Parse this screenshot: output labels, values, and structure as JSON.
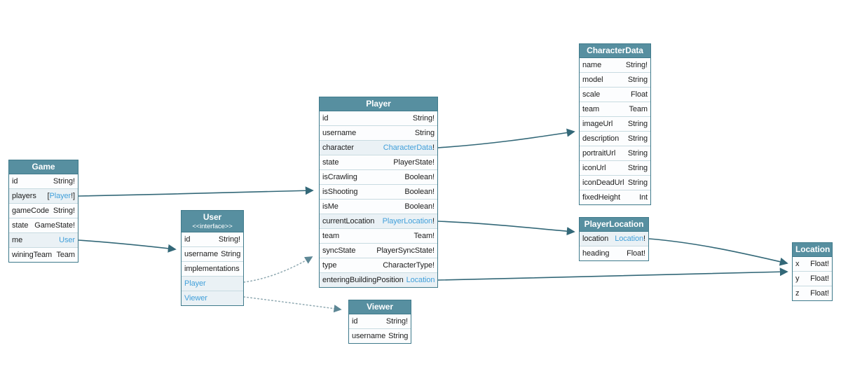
{
  "colors": {
    "header_bg": "#578fa0",
    "table_border": "#3f7a8b",
    "row_separator": "#c8dbe1",
    "link_row_bg": "#eaf1f5",
    "link_text": "#42a0da",
    "edge_solid": "#336878",
    "edge_dotted": "#8fa9b1"
  },
  "tables": {
    "game": {
      "title": "Game",
      "fields": [
        {
          "name": "id",
          "type": "String!"
        },
        {
          "name": "players",
          "type": "[Player!]",
          "link": "Player"
        },
        {
          "name": "gameCode",
          "type": "String!"
        },
        {
          "name": "state",
          "type": "GameState!"
        },
        {
          "name": "me",
          "type": "User",
          "link": "User"
        },
        {
          "name": "winingTeam",
          "type": "Team"
        }
      ]
    },
    "user": {
      "title": "User",
      "subtitle": "<<interface>>",
      "fields": [
        {
          "name": "id",
          "type": "String!"
        },
        {
          "name": "username",
          "type": "String"
        },
        {
          "name": "implementations",
          "type": ""
        },
        {
          "name": "Player",
          "type": "",
          "name_link": true
        },
        {
          "name": "Viewer",
          "type": "",
          "name_link": true
        }
      ]
    },
    "player": {
      "title": "Player",
      "fields": [
        {
          "name": "id",
          "type": "String!"
        },
        {
          "name": "username",
          "type": "String"
        },
        {
          "name": "character",
          "type": "CharacterData!",
          "link": "CharacterData"
        },
        {
          "name": "state",
          "type": "PlayerState!"
        },
        {
          "name": "isCrawling",
          "type": "Boolean!"
        },
        {
          "name": "isShooting",
          "type": "Boolean!"
        },
        {
          "name": "isMe",
          "type": "Boolean!"
        },
        {
          "name": "currentLocation",
          "type": "PlayerLocation!",
          "link": "PlayerLocation"
        },
        {
          "name": "team",
          "type": "Team!"
        },
        {
          "name": "syncState",
          "type": "PlayerSyncState!"
        },
        {
          "name": "type",
          "type": "CharacterType!"
        },
        {
          "name": "enteringBuildingPosition",
          "type": "Location",
          "link": "Location"
        }
      ]
    },
    "viewer": {
      "title": "Viewer",
      "fields": [
        {
          "name": "id",
          "type": "String!"
        },
        {
          "name": "username",
          "type": "String"
        }
      ]
    },
    "characterData": {
      "title": "CharacterData",
      "fields": [
        {
          "name": "name",
          "type": "String!"
        },
        {
          "name": "model",
          "type": "String"
        },
        {
          "name": "scale",
          "type": "Float"
        },
        {
          "name": "team",
          "type": "Team"
        },
        {
          "name": "imageUrl",
          "type": "String"
        },
        {
          "name": "description",
          "type": "String"
        },
        {
          "name": "portraitUrl",
          "type": "String"
        },
        {
          "name": "iconUrl",
          "type": "String"
        },
        {
          "name": "iconDeadUrl",
          "type": "String"
        },
        {
          "name": "fixedHeight",
          "type": "Int"
        }
      ]
    },
    "playerLocation": {
      "title": "PlayerLocation",
      "fields": [
        {
          "name": "location",
          "type": "Location!",
          "link": "Location"
        },
        {
          "name": "heading",
          "type": "Float!"
        }
      ]
    },
    "location": {
      "title": "Location",
      "fields": [
        {
          "name": "x",
          "type": "Float!"
        },
        {
          "name": "y",
          "type": "Float!"
        },
        {
          "name": "z",
          "type": "Float!"
        }
      ]
    }
  },
  "edges": [
    {
      "id": "game-players-to-player",
      "from": "Game.players",
      "to": "Player",
      "style": "solid"
    },
    {
      "id": "game-me-to-user",
      "from": "Game.me",
      "to": "User",
      "style": "solid"
    },
    {
      "id": "user-impl-player",
      "from": "User.Player",
      "to": "Player",
      "style": "dotted"
    },
    {
      "id": "user-impl-viewer",
      "from": "User.Viewer",
      "to": "Viewer",
      "style": "dotted"
    },
    {
      "id": "player-character-to-characterdata",
      "from": "Player.character",
      "to": "CharacterData",
      "style": "solid"
    },
    {
      "id": "player-currentlocation-to-playerlocation",
      "from": "Player.currentLocation",
      "to": "PlayerLocation",
      "style": "solid"
    },
    {
      "id": "player-enteringbuildingposition-to-location",
      "from": "Player.enteringBuildingPosition",
      "to": "Location",
      "style": "solid"
    },
    {
      "id": "playerlocation-location-to-location",
      "from": "PlayerLocation.location",
      "to": "Location",
      "style": "solid"
    }
  ]
}
